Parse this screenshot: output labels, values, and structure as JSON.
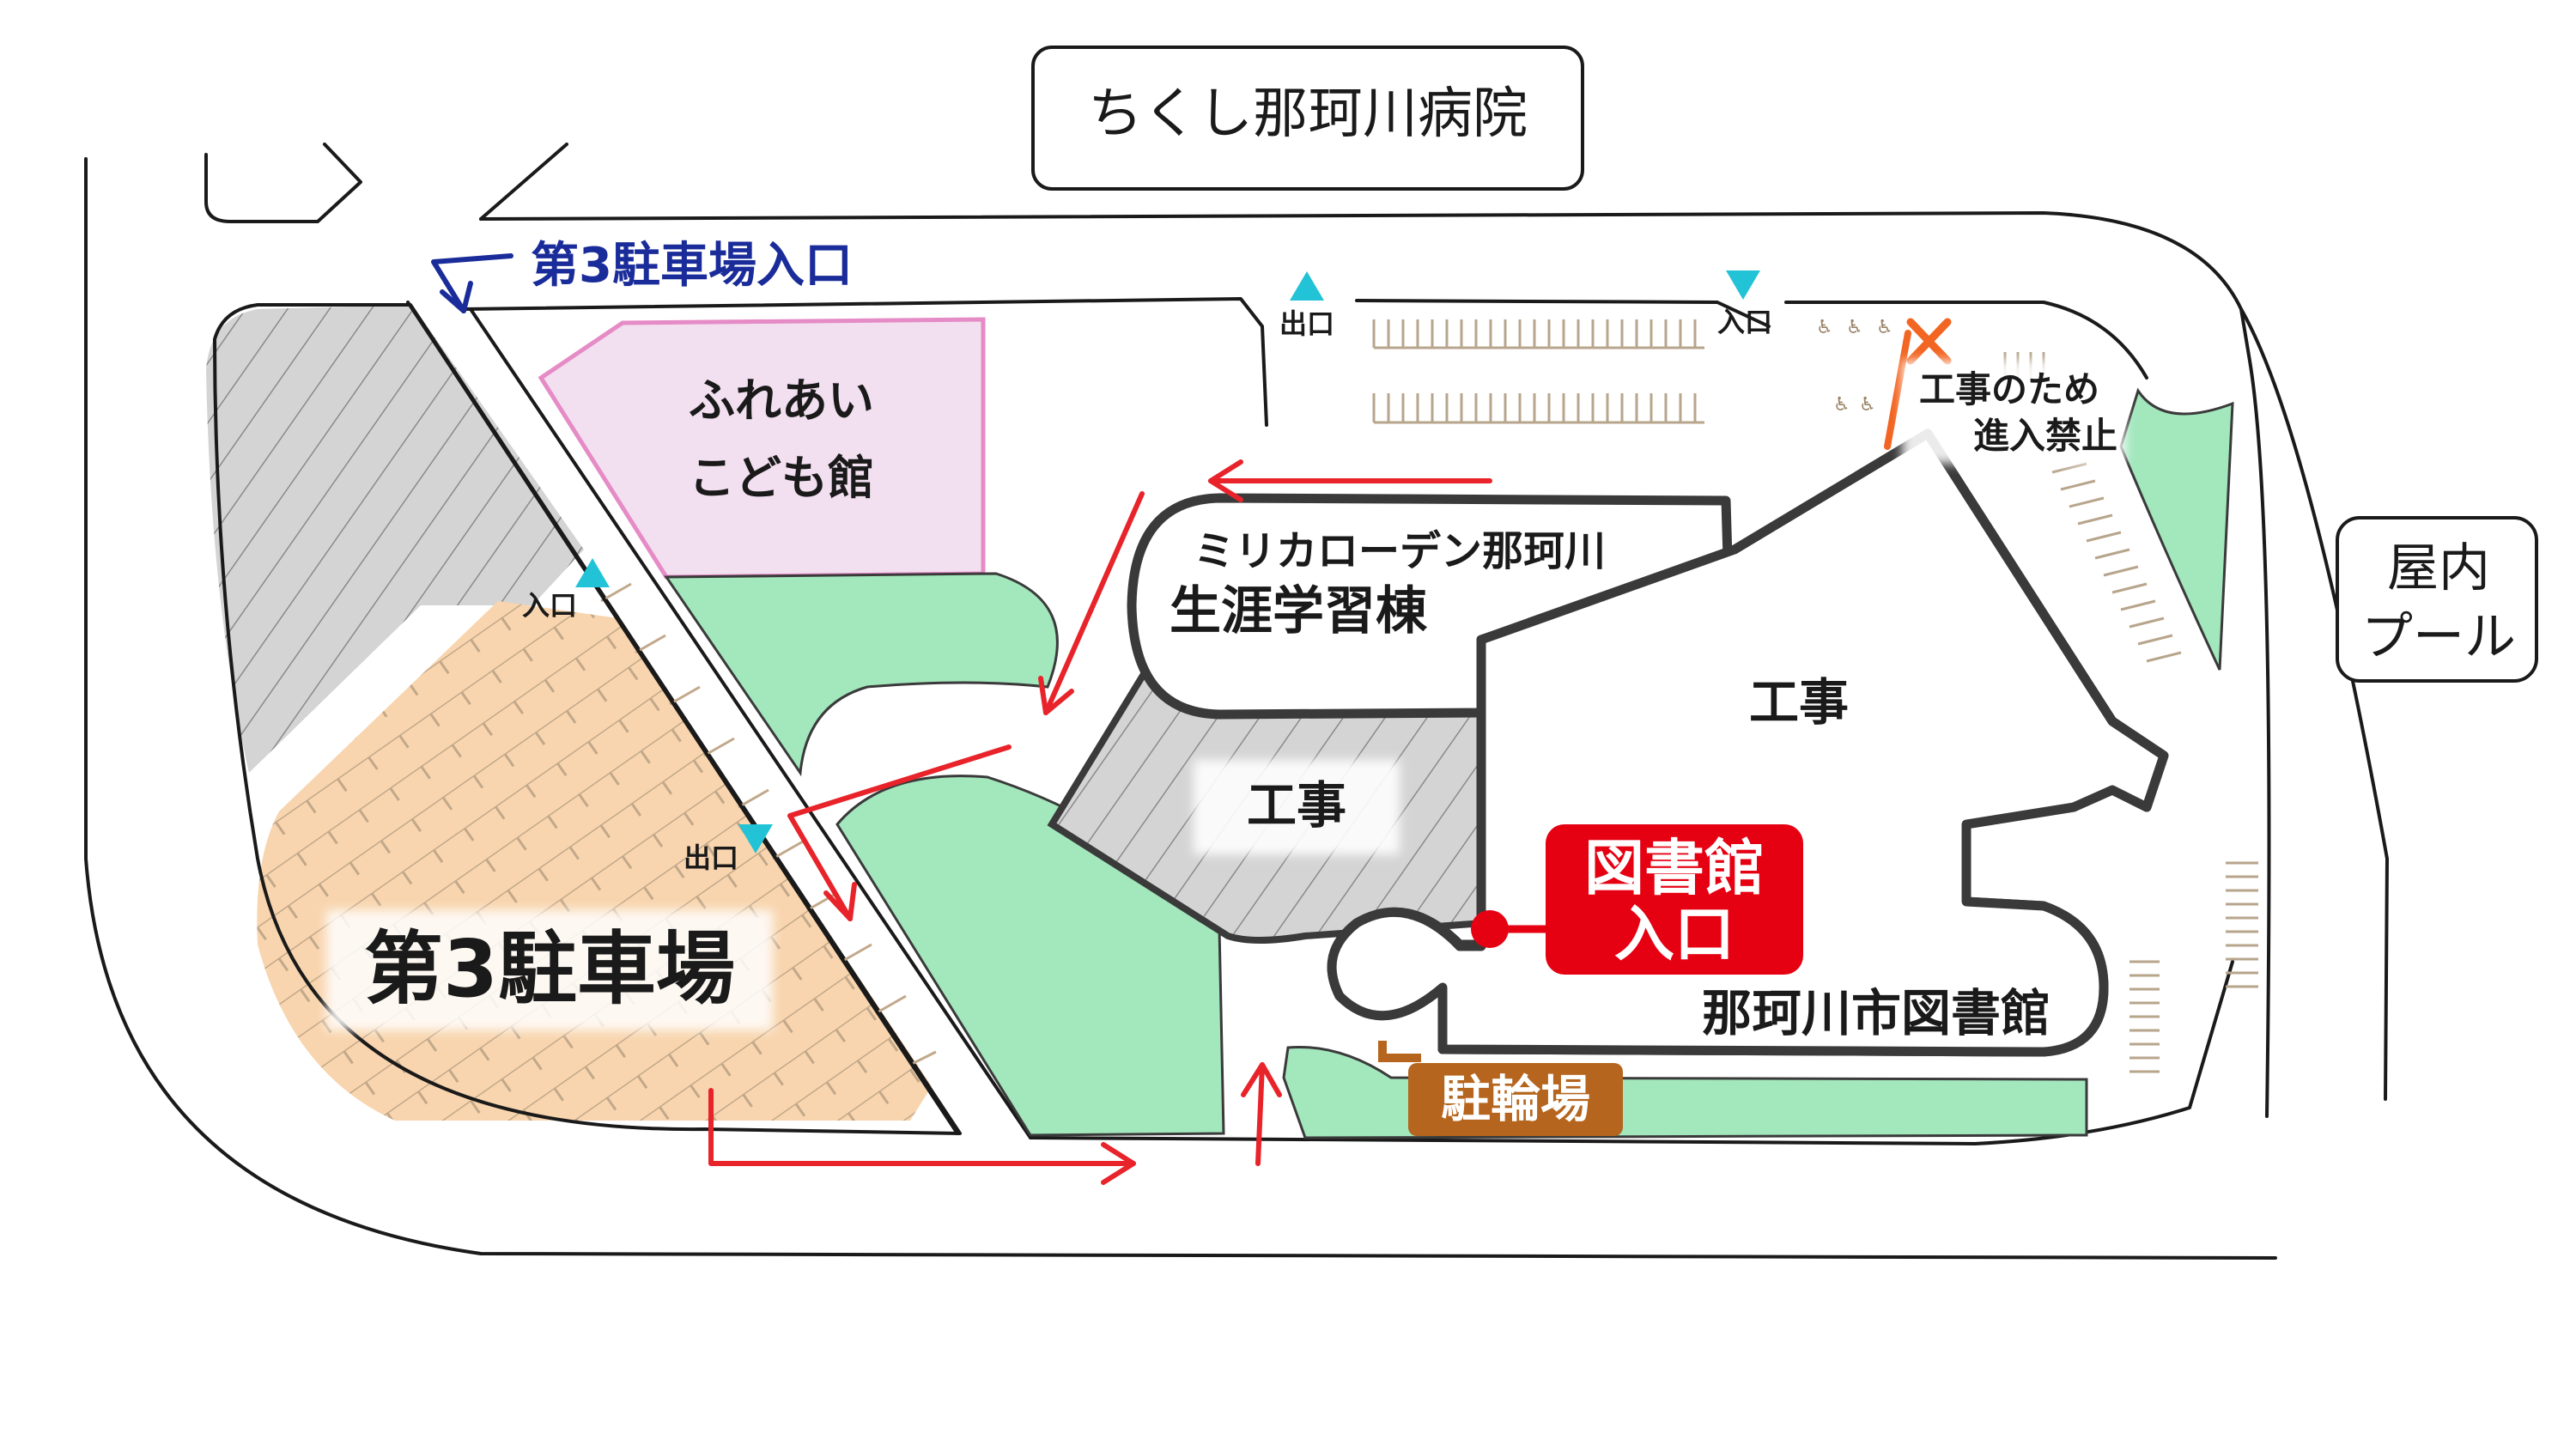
{
  "labels": {
    "hospital": "ちくし那珂川病院",
    "parking3_entrance": "第3駐車場入口",
    "fureai_line1": "ふれあい",
    "fureai_line2": "こども館",
    "millica_line1": "ミリカローデン那珂川",
    "millica_line2": "生涯学習棟",
    "construction_1": "工事",
    "construction_2": "工事",
    "library_entrance_line1": "図書館",
    "library_entrance_line2": "入口",
    "library": "那珂川市図書館",
    "bicycle_parking": "駐輪場",
    "parking3": "第3駐車場",
    "exit_top": "出口",
    "entrance_top": "入口",
    "entrance_left": "入口",
    "exit_left": "出口",
    "no_entry_line1": "工事のため",
    "no_entry_line2": "進入禁止",
    "pool_line1": "屋内",
    "pool_line2": "プール"
  },
  "icons": {
    "blocked": "cross-mark-icon",
    "entrance_marker": "triangle-up-icon",
    "exit_marker": "triangle-down-icon",
    "accessible_parking": "wheelchair-icon"
  },
  "colors": {
    "route_arrow": "#e8232a",
    "entrance_label": "#1a2c9a",
    "library_entrance": "#e50012",
    "bicycle": "#b5651d",
    "parking_fill": "#f8d5ae",
    "green_area": "#a3e7bd",
    "pink_building": "#f2dff0",
    "construction_gray": "#d4d4d4",
    "marker_cyan": "#22c3d6",
    "no_entry": "#f26522"
  }
}
